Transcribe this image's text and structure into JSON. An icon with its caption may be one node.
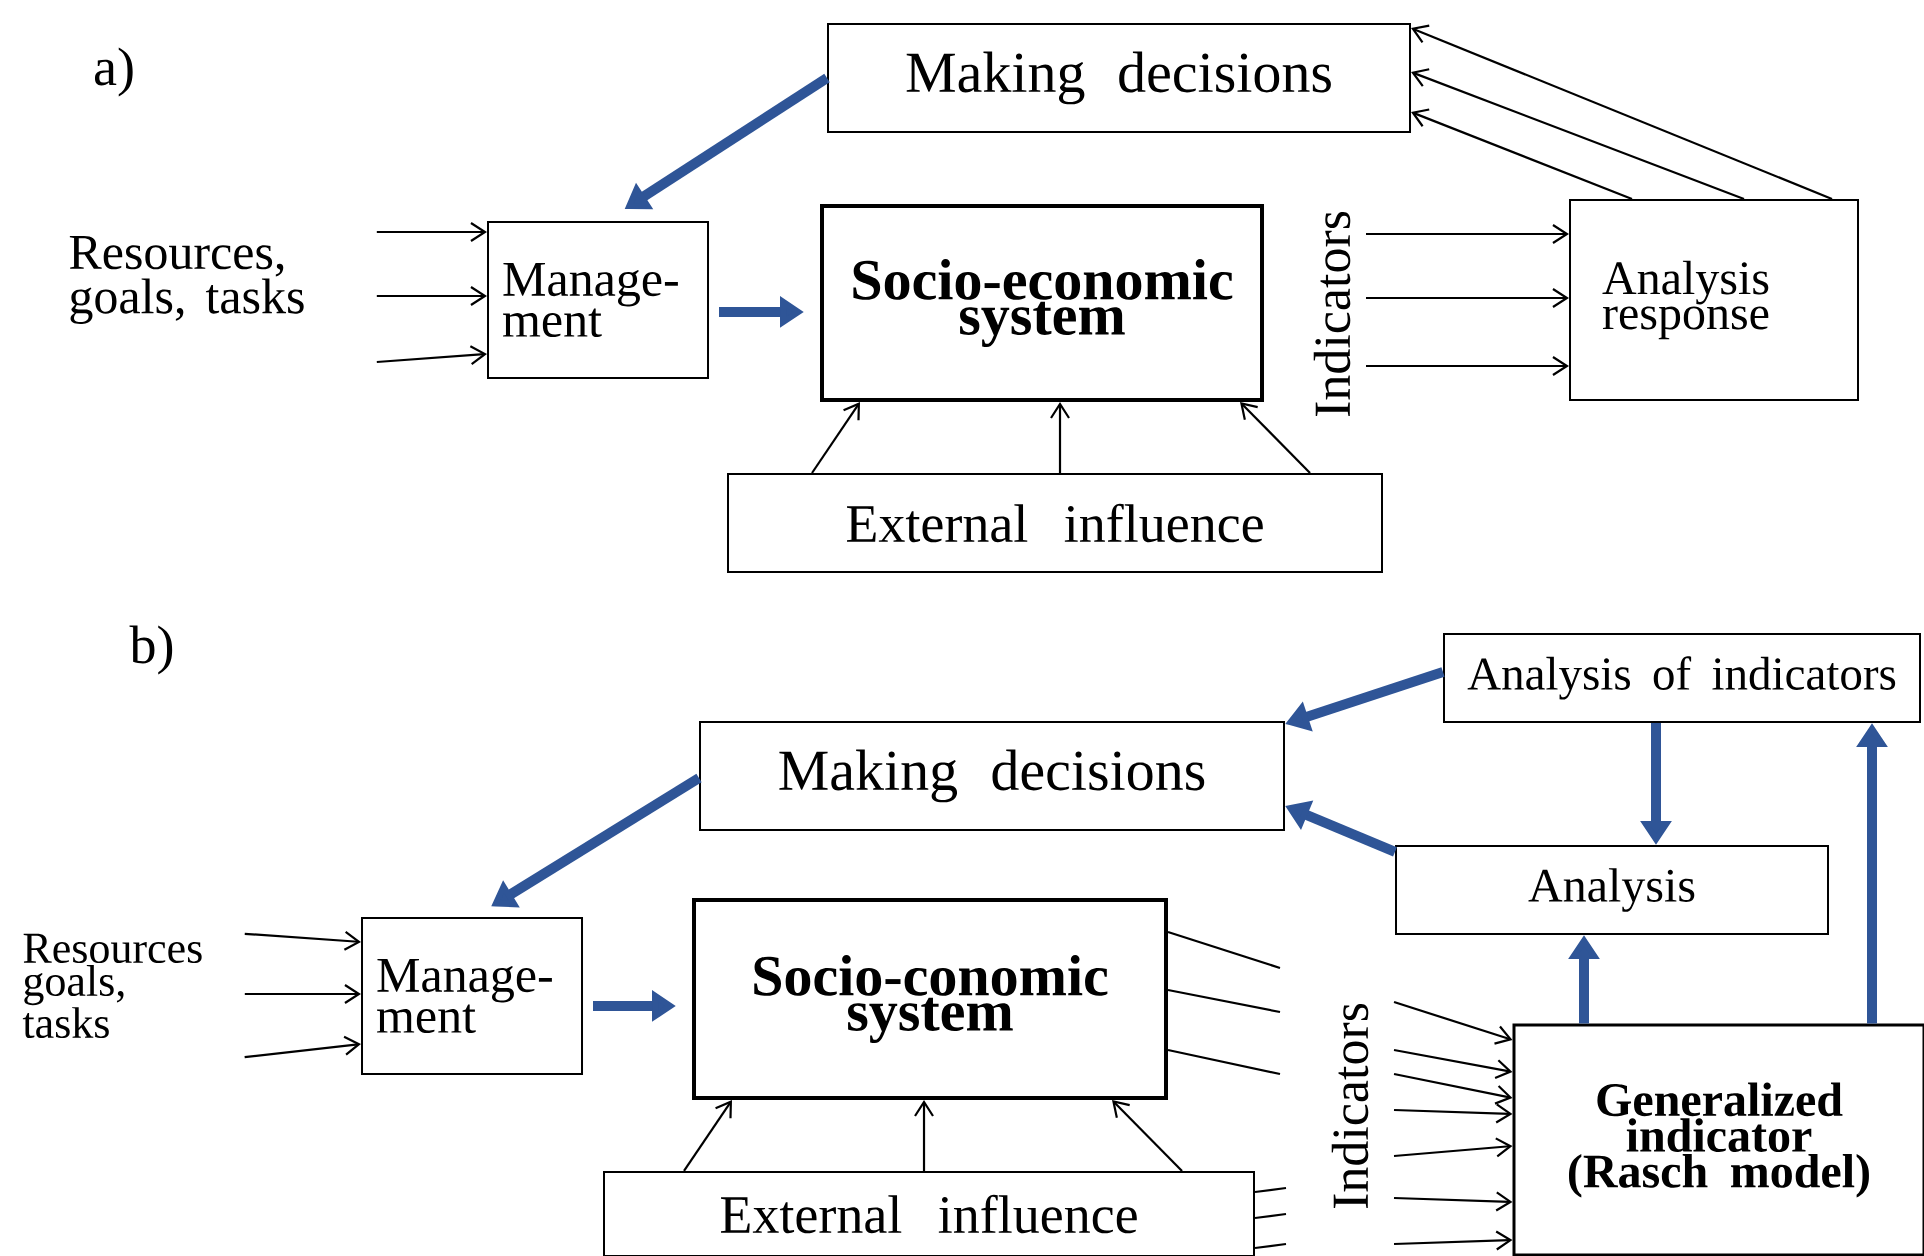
{
  "diagram": {
    "nodes": [
      {
        "text": [
          "Making decisions"
        ]
      },
      {
        "text": [
          "Resources, goals, tasks"
        ]
      },
      {
        "text": [
          "Manage- ment"
        ]
      },
      {
        "text": [
          "**Socio-economic system**"
        ]
      },
      {
        "text": [
          "Analysis response"
        ]
      },
      {
        "text": [
          "External influence"
        ]
      },
      {
        "text": [
          "Analysis of indicators"
        ]
      },
      {
        "text": [
          "Making decisions"
        ]
      },
      {
        "text": [
          "Resources goals, tasks"
        ]
      },
      {
        "text": [
          "Manage- ment"
        ]
      },
      {
        "text": [
          "**Socio-conomic system**"
        ]
      },
      {
        "text": [
          "Analysis"
        ]
      },
      {
        "text": [
          "**Generalized indicator (Rasch model)**"
        ]
      },
      {
        "text": [
          "External influence"
        ]
      },
      {
        "text": [
          "Indicators"
        ]
      },
      {
        "text": [
          "Indicators"
        ]
      }
    ],
    "edges": [
      {
        "from": 0,
        "to": 2,
        "arrow": "to",
        "style": "thick",
        "color": "#2f5597"
      },
      {
        "from": 1,
        "to": 2,
        "arrow": "to"
      },
      {
        "from": 1,
        "to": 2,
        "arrow": "to"
      },
      {
        "from": 1,
        "to": 2,
        "arrow": "to"
      },
      {
        "from": 2,
        "to": 3,
        "arrow": "to",
        "style": "thick",
        "color": "#2f5597"
      },
      {
        "from": 5,
        "to": 3,
        "arrow": "to"
      },
      {
        "from": 5,
        "to": 3,
        "arrow": "to"
      },
      {
        "from": 5,
        "to": 3,
        "arrow": "to"
      },
      {
        "from": 14,
        "to": 4,
        "arrow": "to"
      },
      {
        "from": 14,
        "to": 4,
        "arrow": "to"
      },
      {
        "from": 14,
        "to": 4,
        "arrow": "to"
      },
      {
        "from": 4,
        "to": 0,
        "arrow": "to"
      },
      {
        "from": 4,
        "to": 0,
        "arrow": "to"
      },
      {
        "from": 4,
        "to": 0,
        "arrow": "to"
      },
      {
        "from": 6,
        "to": 7,
        "arrow": "to",
        "style": "thick",
        "color": "#2f5597"
      },
      {
        "from": 7,
        "to": 9,
        "arrow": "to",
        "style": "thick",
        "color": "#2f5597"
      },
      {
        "from": 6,
        "to": 11,
        "arrow": "to",
        "style": "thick",
        "color": "#2f5597"
      },
      {
        "from": 11,
        "to": 7,
        "arrow": "to",
        "style": "thick",
        "color": "#2f5597"
      },
      {
        "from": 12,
        "to": 11,
        "arrow": "to",
        "style": "thick",
        "color": "#2f5597"
      },
      {
        "from": 12,
        "to": 6,
        "arrow": "to",
        "style": "thick",
        "color": "#2f5597"
      },
      {
        "from": 8,
        "to": 9,
        "arrow": "to"
      },
      {
        "from": 8,
        "to": 9,
        "arrow": "to"
      },
      {
        "from": 8,
        "to": 9,
        "arrow": "to"
      },
      {
        "from": 9,
        "to": 10,
        "arrow": "to",
        "style": "thick",
        "color": "#2f5597"
      },
      {
        "from": 13,
        "to": 10,
        "arrow": "to"
      },
      {
        "from": 13,
        "to": 10,
        "arrow": "to"
      },
      {
        "from": 13,
        "to": 10,
        "arrow": "to"
      },
      {
        "from": 10,
        "to": null,
        "arrow": "none"
      },
      {
        "from": 10,
        "to": null,
        "arrow": "none"
      },
      {
        "from": 10,
        "to": null,
        "arrow": "none"
      },
      {
        "from": 15,
        "to": 12,
        "arrow": "to"
      },
      {
        "from": 15,
        "to": 12,
        "arrow": "to"
      },
      {
        "from": 15,
        "to": 12,
        "arrow": "to"
      },
      {
        "from": 15,
        "to": 12,
        "arrow": "to"
      },
      {
        "from": 15,
        "to": 12,
        "arrow": "to"
      },
      {
        "from": 15,
        "to": 12,
        "arrow": "to"
      },
      {
        "from": 15,
        "to": 12,
        "arrow": "to"
      },
      {
        "from": 13,
        "to": null,
        "arrow": "none"
      },
      {
        "from": 13,
        "to": null,
        "arrow": "none"
      },
      {
        "from": 13,
        "to": null,
        "arrow": "none"
      }
    ],
    "labels": [
      "a)",
      "b)"
    ]
  }
}
